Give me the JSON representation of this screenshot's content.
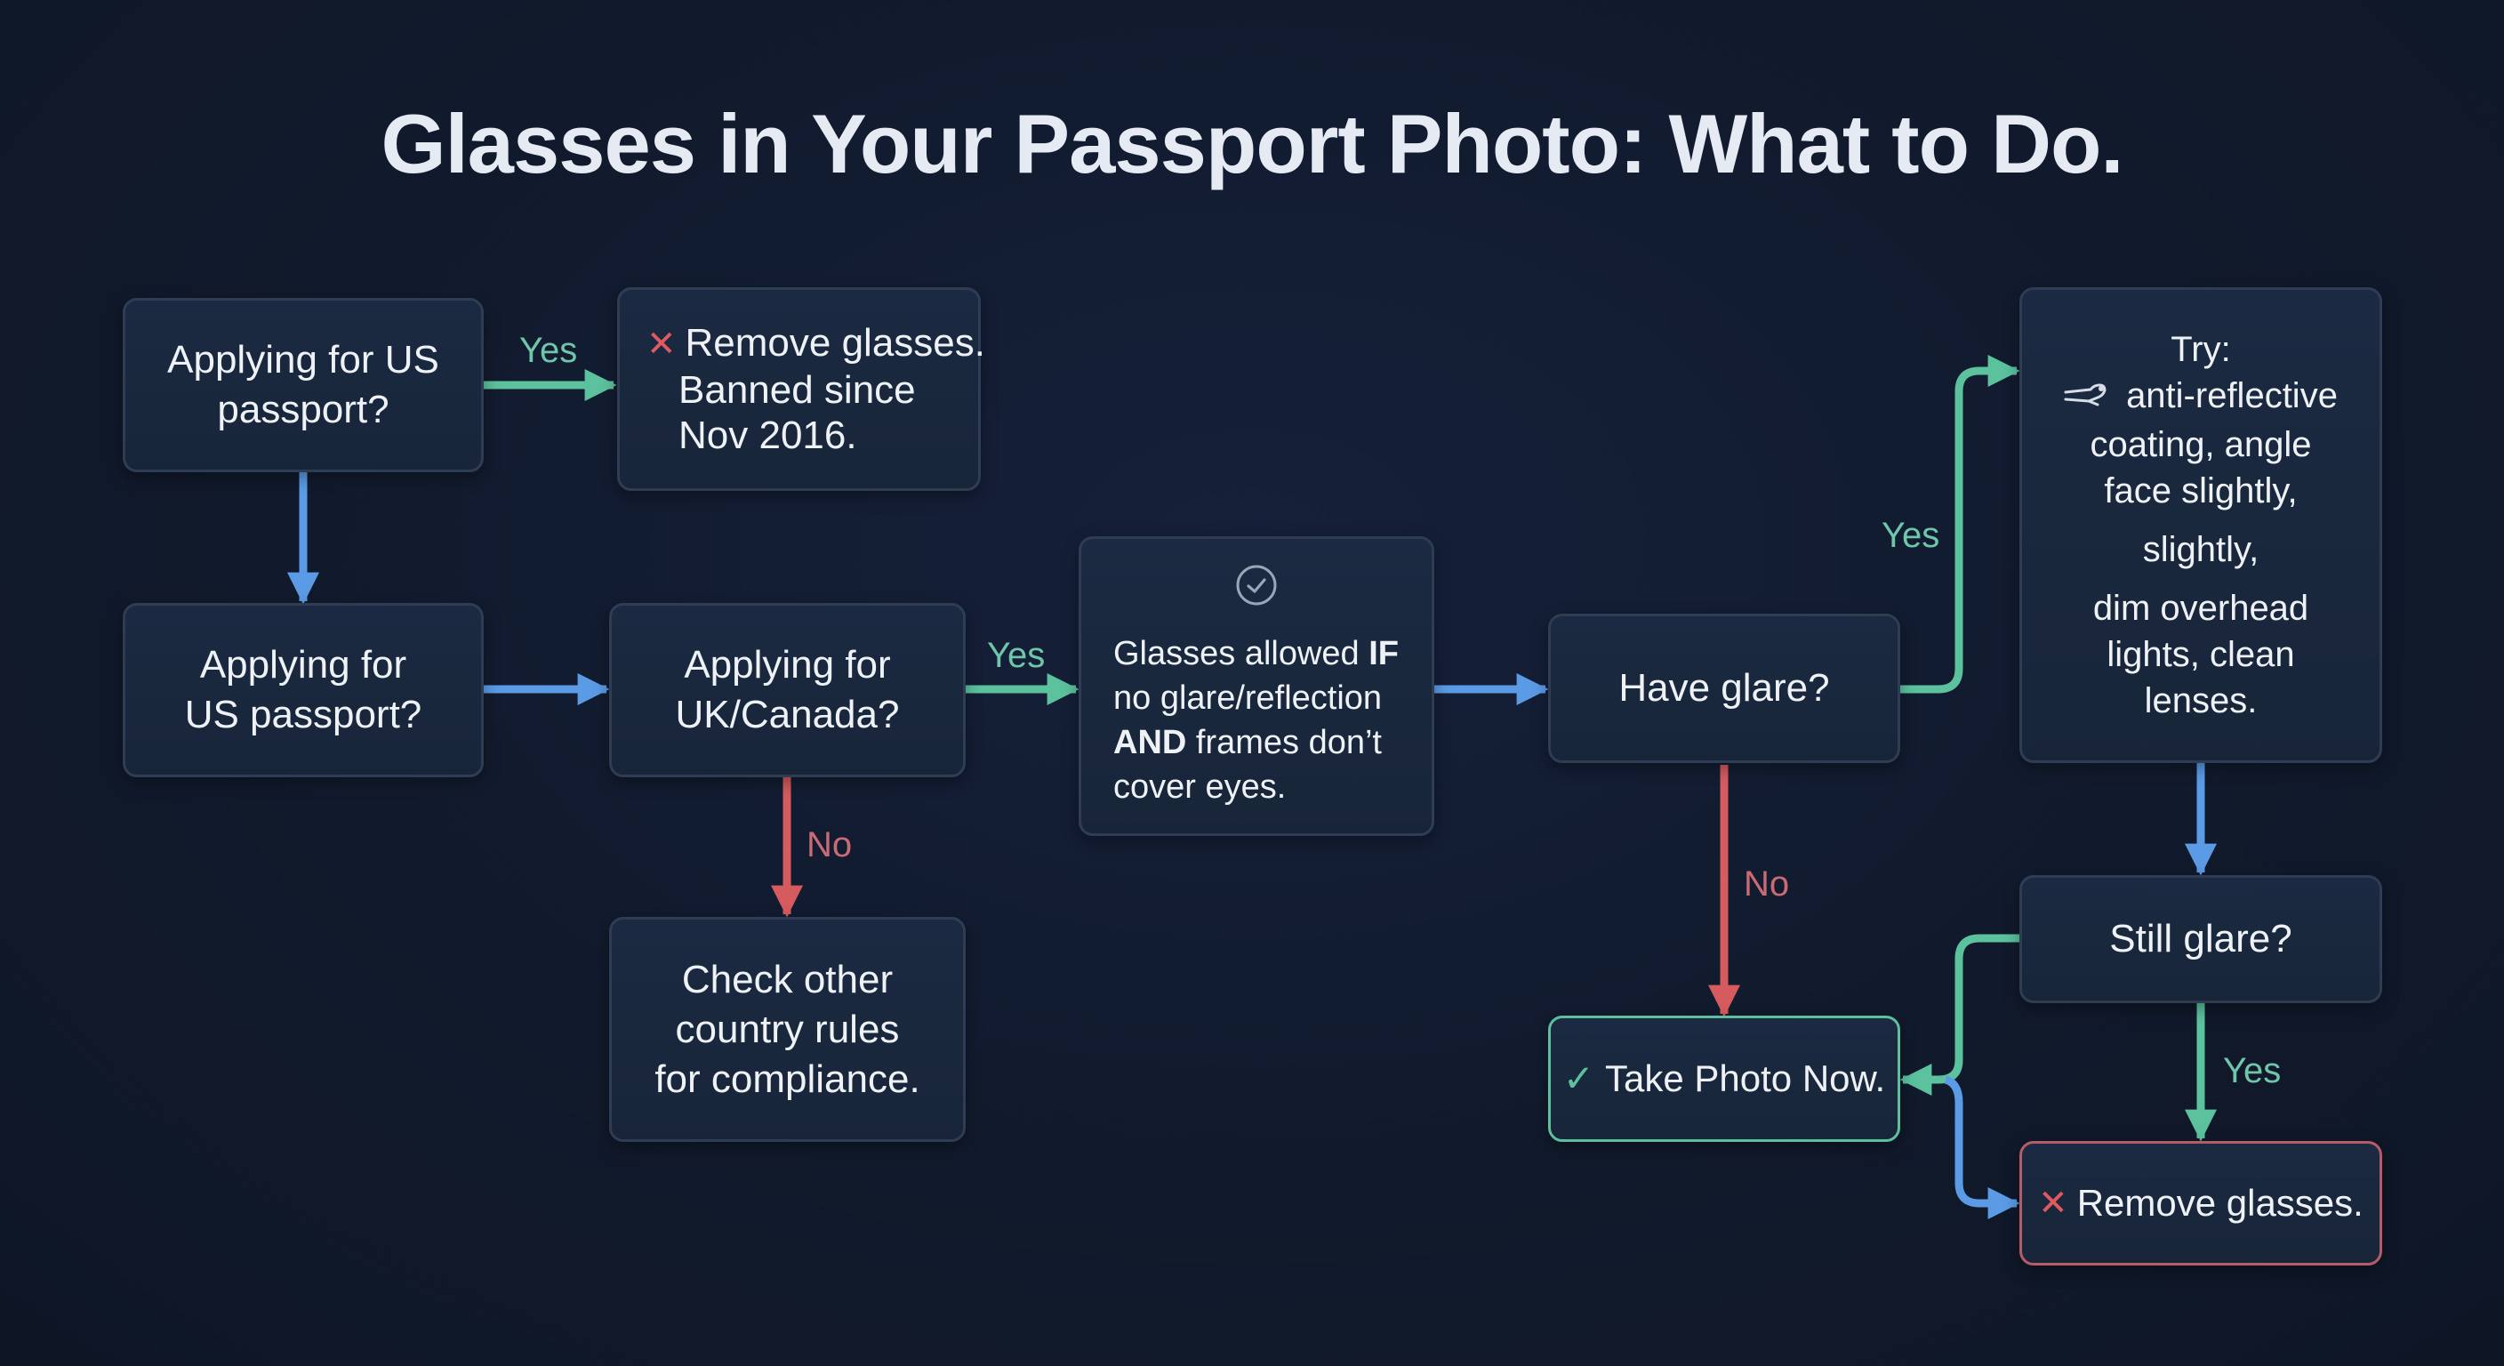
{
  "title": "Glasses in Your Passport Photo: What to Do.",
  "nodes": {
    "us_passport_top": {
      "lines": [
        "Applying for US",
        "passport?"
      ]
    },
    "remove_glasses_us": {
      "icon": "x-icon",
      "lines": [
        "Remove glasses.",
        "Banned since",
        "Nov 2016."
      ]
    },
    "us_passport_second": {
      "lines": [
        "Applying for",
        "US passport?"
      ]
    },
    "uk_canada": {
      "lines": [
        "Applying for",
        "UK/Canada?"
      ]
    },
    "glasses_allowed": {
      "icon": "check-circle-icon",
      "line1_pre": "Glasses allowed ",
      "line1_bold": "IF",
      "line2": "no glare/reflection",
      "line3_bold": "AND",
      "line3_post": " frames don’t",
      "line4": "cover eyes."
    },
    "have_glare": {
      "lines": [
        "Have glare?"
      ]
    },
    "try_fixes": {
      "icon": "glasses-wipe-icon",
      "heading": "Try:",
      "lines": [
        "anti-reflective",
        "coating, angle",
        "face slightly,",
        "slightly,",
        "dim overhead",
        "lights, clean",
        "lenses."
      ]
    },
    "check_other_country": {
      "lines": [
        "Check other",
        "country rules",
        "for compliance."
      ]
    },
    "take_photo_now": {
      "icon": "check-icon",
      "lines": [
        "Take Photo Now."
      ]
    },
    "still_glare": {
      "lines": [
        "Still glare?"
      ]
    },
    "remove_glasses_final": {
      "icon": "x-icon",
      "lines": [
        "Remove glasses."
      ]
    }
  },
  "edge_labels": {
    "us_yes": "Yes",
    "uk_yes": "Yes",
    "uk_no": "No",
    "glare_yes": "Yes",
    "glare_no": "No",
    "still_yes": "Yes"
  },
  "glyphs": {
    "x": "✕",
    "check": "✓"
  },
  "colors": {
    "background": "#111a2c",
    "node_fill": "#1a2840",
    "node_border": "#2f3d54",
    "yes_green": "#5cc29e",
    "no_red": "#d65b5e",
    "flow_blue": "#5b9be6",
    "success_border": "#5dbf9d",
    "fail_border": "#b65b68"
  }
}
